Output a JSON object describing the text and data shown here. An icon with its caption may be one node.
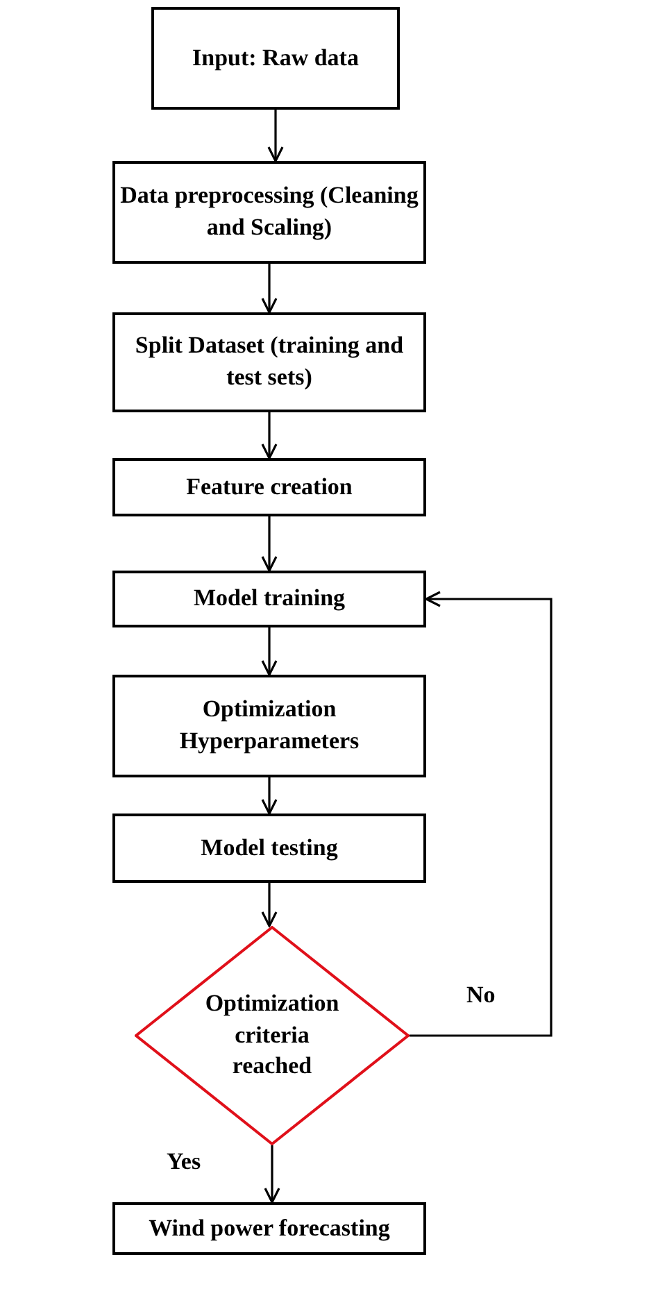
{
  "diagram": {
    "nodes": [
      {
        "text": [
          "Input: Raw data"
        ]
      },
      {
        "text": [
          "Data preprocessing (Cleaning and Scaling)"
        ]
      },
      {
        "text": [
          "Split Dataset (training and test sets)"
        ]
      },
      {
        "text": [
          "Feature creation"
        ]
      },
      {
        "text": [
          "Model training"
        ]
      },
      {
        "text": [
          "Optimization Hyperparameters"
        ]
      },
      {
        "text": [
          "Model testing"
        ]
      },
      {
        "text": [
          "Optimization criteria reached"
        ]
      },
      {
        "text": [
          "Wind power forecasting"
        ]
      }
    ],
    "edges": [
      {
        "from": 0,
        "to": 1,
        "arrow": "to"
      },
      {
        "from": 1,
        "to": 2,
        "arrow": "to"
      },
      {
        "from": 2,
        "to": 3,
        "arrow": "to"
      },
      {
        "from": 3,
        "to": 4,
        "arrow": "to"
      },
      {
        "from": 4,
        "to": 5,
        "arrow": "to"
      },
      {
        "from": 5,
        "to": 6,
        "arrow": "to"
      },
      {
        "from": 6,
        "to": 7,
        "arrow": "to"
      },
      {
        "from": 7,
        "to": 8,
        "arrow": "to",
        "label": "Yes"
      },
      {
        "from": 7,
        "to": 4,
        "arrow": "to",
        "label": "No"
      }
    ]
  }
}
